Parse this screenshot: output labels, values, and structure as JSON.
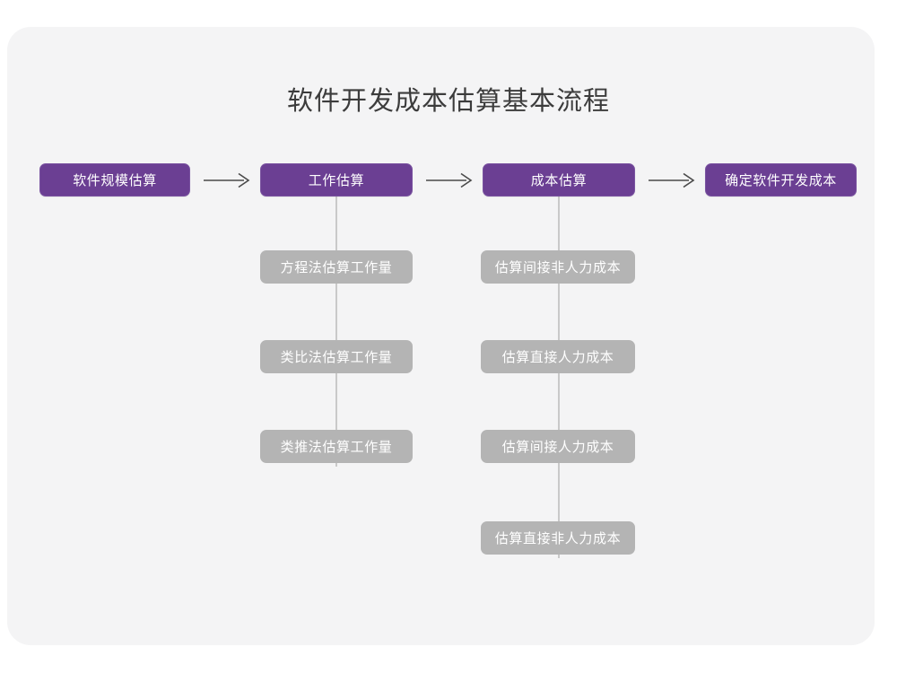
{
  "page": {
    "title": "软件开发成本估算基本流程",
    "background_color": "#ffffff",
    "card_color": "#f4f4f5",
    "title_color": "#3c3c3c"
  },
  "palette": {
    "primary": "#6b3f93",
    "secondary": "#b4b4b4",
    "connector": "#c9c9c9",
    "arrow": "#4a4a4a",
    "node_text": "#ffffff"
  },
  "diagram": {
    "type": "flowchart",
    "orientation": "left-to-right with vertical sub-branches",
    "main_flow": [
      {
        "id": "step-1",
        "label": "软件规模估算",
        "children": []
      },
      {
        "id": "step-2",
        "label": "工作估算",
        "children": [
          "方程法估算工作量",
          "类比法估算工作量",
          "类推法估算工作量"
        ]
      },
      {
        "id": "step-3",
        "label": "成本估算",
        "children": [
          "估算间接非人力成本",
          "估算直接人力成本",
          "估算间接人力成本",
          "估算直接非人力成本"
        ]
      },
      {
        "id": "step-4",
        "label": "确定软件开发成本",
        "children": []
      }
    ],
    "arrows": [
      {
        "id": "arrow-1",
        "from": "软件规模估算",
        "to": "工作估算",
        "glyph": "arrow-right-icon"
      },
      {
        "id": "arrow-2",
        "from": "工作估算",
        "to": "成本估算",
        "glyph": "arrow-right-icon"
      },
      {
        "id": "arrow-3",
        "from": "成本估算",
        "to": "确定软件开发成本",
        "glyph": "arrow-right-icon"
      }
    ]
  }
}
